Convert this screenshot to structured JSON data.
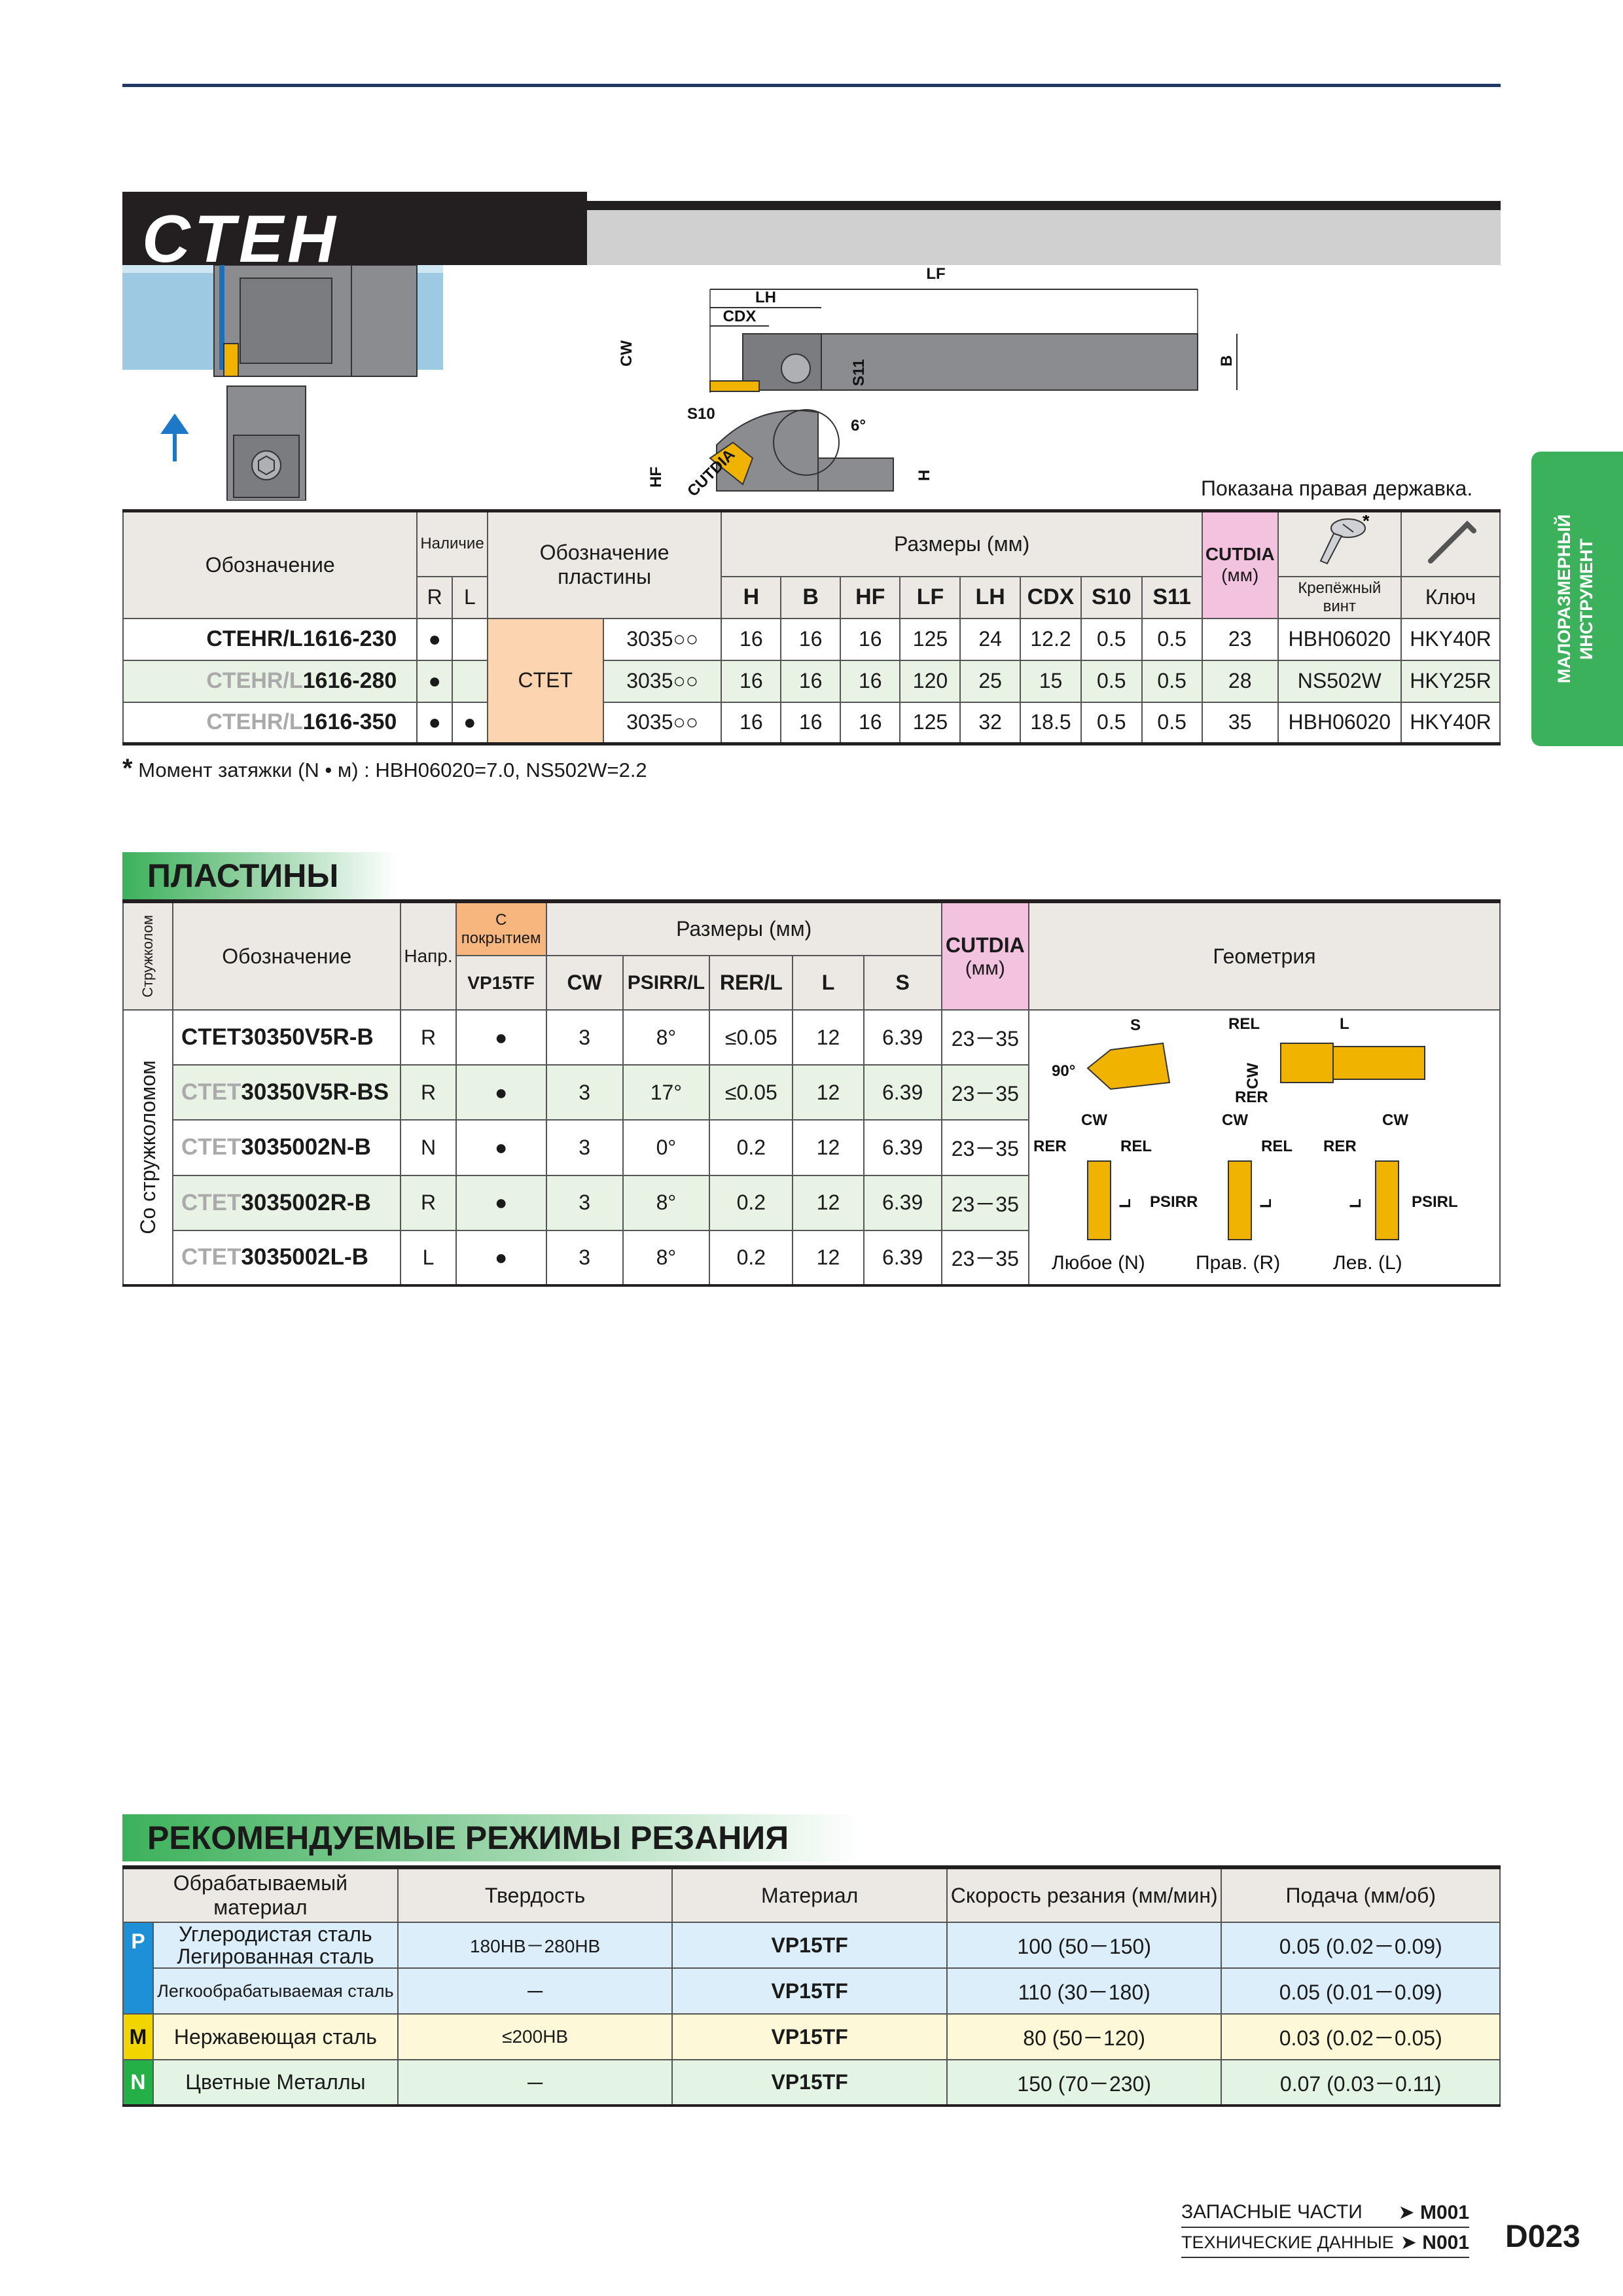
{
  "header": {
    "title": "CTEH"
  },
  "side_tab": {
    "label": "МАЛОРАЗМЕРНЫЙ ИНСТРУМЕНТ"
  },
  "drawing": {
    "labels": {
      "lf": "LF",
      "lh": "LH",
      "cdx": "CDX",
      "cw": "CW",
      "s11": "S11",
      "b": "B",
      "s10": "S10",
      "hf": "HF",
      "cutdia": "CUTDIA",
      "h": "H",
      "angle": "6°"
    },
    "note": "Показана правая державка."
  },
  "holders": {
    "headers": {
      "designation": "Обозначение",
      "availability": "Наличие",
      "r": "R",
      "l": "L",
      "insert_designation": "Обозначение пластины",
      "dimensions": "Размеры (мм)",
      "cols": [
        "H",
        "B",
        "HF",
        "LF",
        "LH",
        "CDX",
        "S10",
        "S11"
      ],
      "cutdia": "CUTDIA",
      "cutdia_unit": "(мм)",
      "screw": "Крепёжный винт",
      "key": "Ключ",
      "star": "*"
    },
    "insert_group": "CTET",
    "rows": [
      {
        "prefix": "",
        "code": "CTEHR/L1616-230",
        "r": "●",
        "l": "",
        "insert": "3035○○",
        "dims": [
          "16",
          "16",
          "16",
          "125",
          "24",
          "12.2",
          "0.5",
          "0.5"
        ],
        "cutdia": "23",
        "screw": "HBH06020",
        "key": "HKY40R"
      },
      {
        "prefix": "CTEHR/L",
        "code": "1616-280",
        "r": "●",
        "l": "",
        "insert": "3035○○",
        "dims": [
          "16",
          "16",
          "16",
          "120",
          "25",
          "15",
          "0.5",
          "0.5"
        ],
        "cutdia": "28",
        "screw": "NS502W",
        "key": "HKY25R"
      },
      {
        "prefix": "CTEHR/L",
        "code": "1616-350",
        "r": "●",
        "l": "●",
        "insert": "3035○○",
        "dims": [
          "16",
          "16",
          "16",
          "125",
          "32",
          "18.5",
          "0.5",
          "0.5"
        ],
        "cutdia": "35",
        "screw": "HBH06020",
        "key": "HKY40R"
      }
    ],
    "torque_note": "Момент затяжки (N • м) : HBH06020=7.0, NS502W=2.2",
    "torque_star": "*"
  },
  "plates": {
    "section_title": "ПЛАСТИНЫ",
    "headers": {
      "breaker": "Стружколом",
      "designation": "Обозначение",
      "direction": "Напр.",
      "coated": "С покрытием",
      "grade": "VP15TF",
      "dimensions": "Размеры (мм)",
      "cols": [
        "CW",
        "PSIRR/L",
        "RER/L",
        "L",
        "S"
      ],
      "cutdia": "CUTDIA",
      "cutdia_unit": "(мм)",
      "geometry": "Геометрия"
    },
    "group_label": "Со стружколомом",
    "rows": [
      {
        "prefix": "",
        "code": "CTET30350V5R-B",
        "dir": "R",
        "stock": "●",
        "cw": "3",
        "psir": "8°",
        "rer": "≤0.05",
        "l": "12",
        "s": "6.39",
        "cutdia": "23－35"
      },
      {
        "prefix": "CTET",
        "code": "30350V5R-BS",
        "dir": "R",
        "stock": "●",
        "cw": "3",
        "psir": "17°",
        "rer": "≤0.05",
        "l": "12",
        "s": "6.39",
        "cutdia": "23－35"
      },
      {
        "prefix": "CTET",
        "code": "3035002N-B",
        "dir": "N",
        "stock": "●",
        "cw": "3",
        "psir": "0°",
        "rer": "0.2",
        "l": "12",
        "s": "6.39",
        "cutdia": "23－35"
      },
      {
        "prefix": "CTET",
        "code": "3035002R-B",
        "dir": "R",
        "stock": "●",
        "cw": "3",
        "psir": "8°",
        "rer": "0.2",
        "l": "12",
        "s": "6.39",
        "cutdia": "23－35"
      },
      {
        "prefix": "CTET",
        "code": "3035002L-B",
        "dir": "L",
        "stock": "●",
        "cw": "3",
        "psir": "8°",
        "rer": "0.2",
        "l": "12",
        "s": "6.39",
        "cutdia": "23－35"
      }
    ],
    "geometry_labels": {
      "s": "S",
      "rel": "REL",
      "l": "L",
      "angle": "90°",
      "cw": "CW",
      "rer": "RER",
      "psirr": "PSIRR",
      "psirl": "PSIRL",
      "any": "Любое (N)",
      "right": "Прав. (R)",
      "left": "Лев. (L)"
    }
  },
  "regimes": {
    "section_title": "РЕКОМЕНДУЕМЫЕ РЕЖИМЫ РЕЗАНИЯ",
    "headers": {
      "material": "Обрабатываемый материал",
      "hardness": "Твердость",
      "grade": "Материал",
      "speed": "Скорость резания (мм/мин)",
      "feed": "Подача (мм/об)"
    },
    "rows": [
      {
        "iso": "P",
        "material": "Углеродистая сталь Легированная сталь",
        "hardness": "180HB－280HB",
        "grade": "VP15TF",
        "speed": "100 (50－150)",
        "feed": "0.05 (0.02－0.09)"
      },
      {
        "iso": "",
        "material": "Легкообрабатываемая сталь",
        "hardness": "－",
        "grade": "VP15TF",
        "speed": "110 (30－180)",
        "feed": "0.05 (0.01－0.09)"
      },
      {
        "iso": "M",
        "material": "Нержавеющая сталь",
        "hardness": "≤200HB",
        "grade": "VP15TF",
        "speed": "80 (50－120)",
        "feed": "0.03 (0.02－0.05)"
      },
      {
        "iso": "N",
        "material": "Цветные Металлы",
        "hardness": "－",
        "grade": "VP15TF",
        "speed": "150 (70－230)",
        "feed": "0.07 (0.03－0.11)"
      }
    ]
  },
  "footer": {
    "links": [
      {
        "label": "ЗАПАСНЫЕ ЧАСТИ",
        "arrow": "➤",
        "code": "M001"
      },
      {
        "label": "ТЕХНИЧЕСКИЕ ДАННЫЕ",
        "arrow": "➤",
        "code": "N001"
      }
    ],
    "page": "D023"
  },
  "colors": {
    "accent_green": "#3cb15b",
    "insert_gold": "#f0b400",
    "navy_rule": "#1f3864",
    "iso_p": "#1e90d8",
    "iso_m": "#f2d500",
    "iso_n": "#25b047"
  }
}
